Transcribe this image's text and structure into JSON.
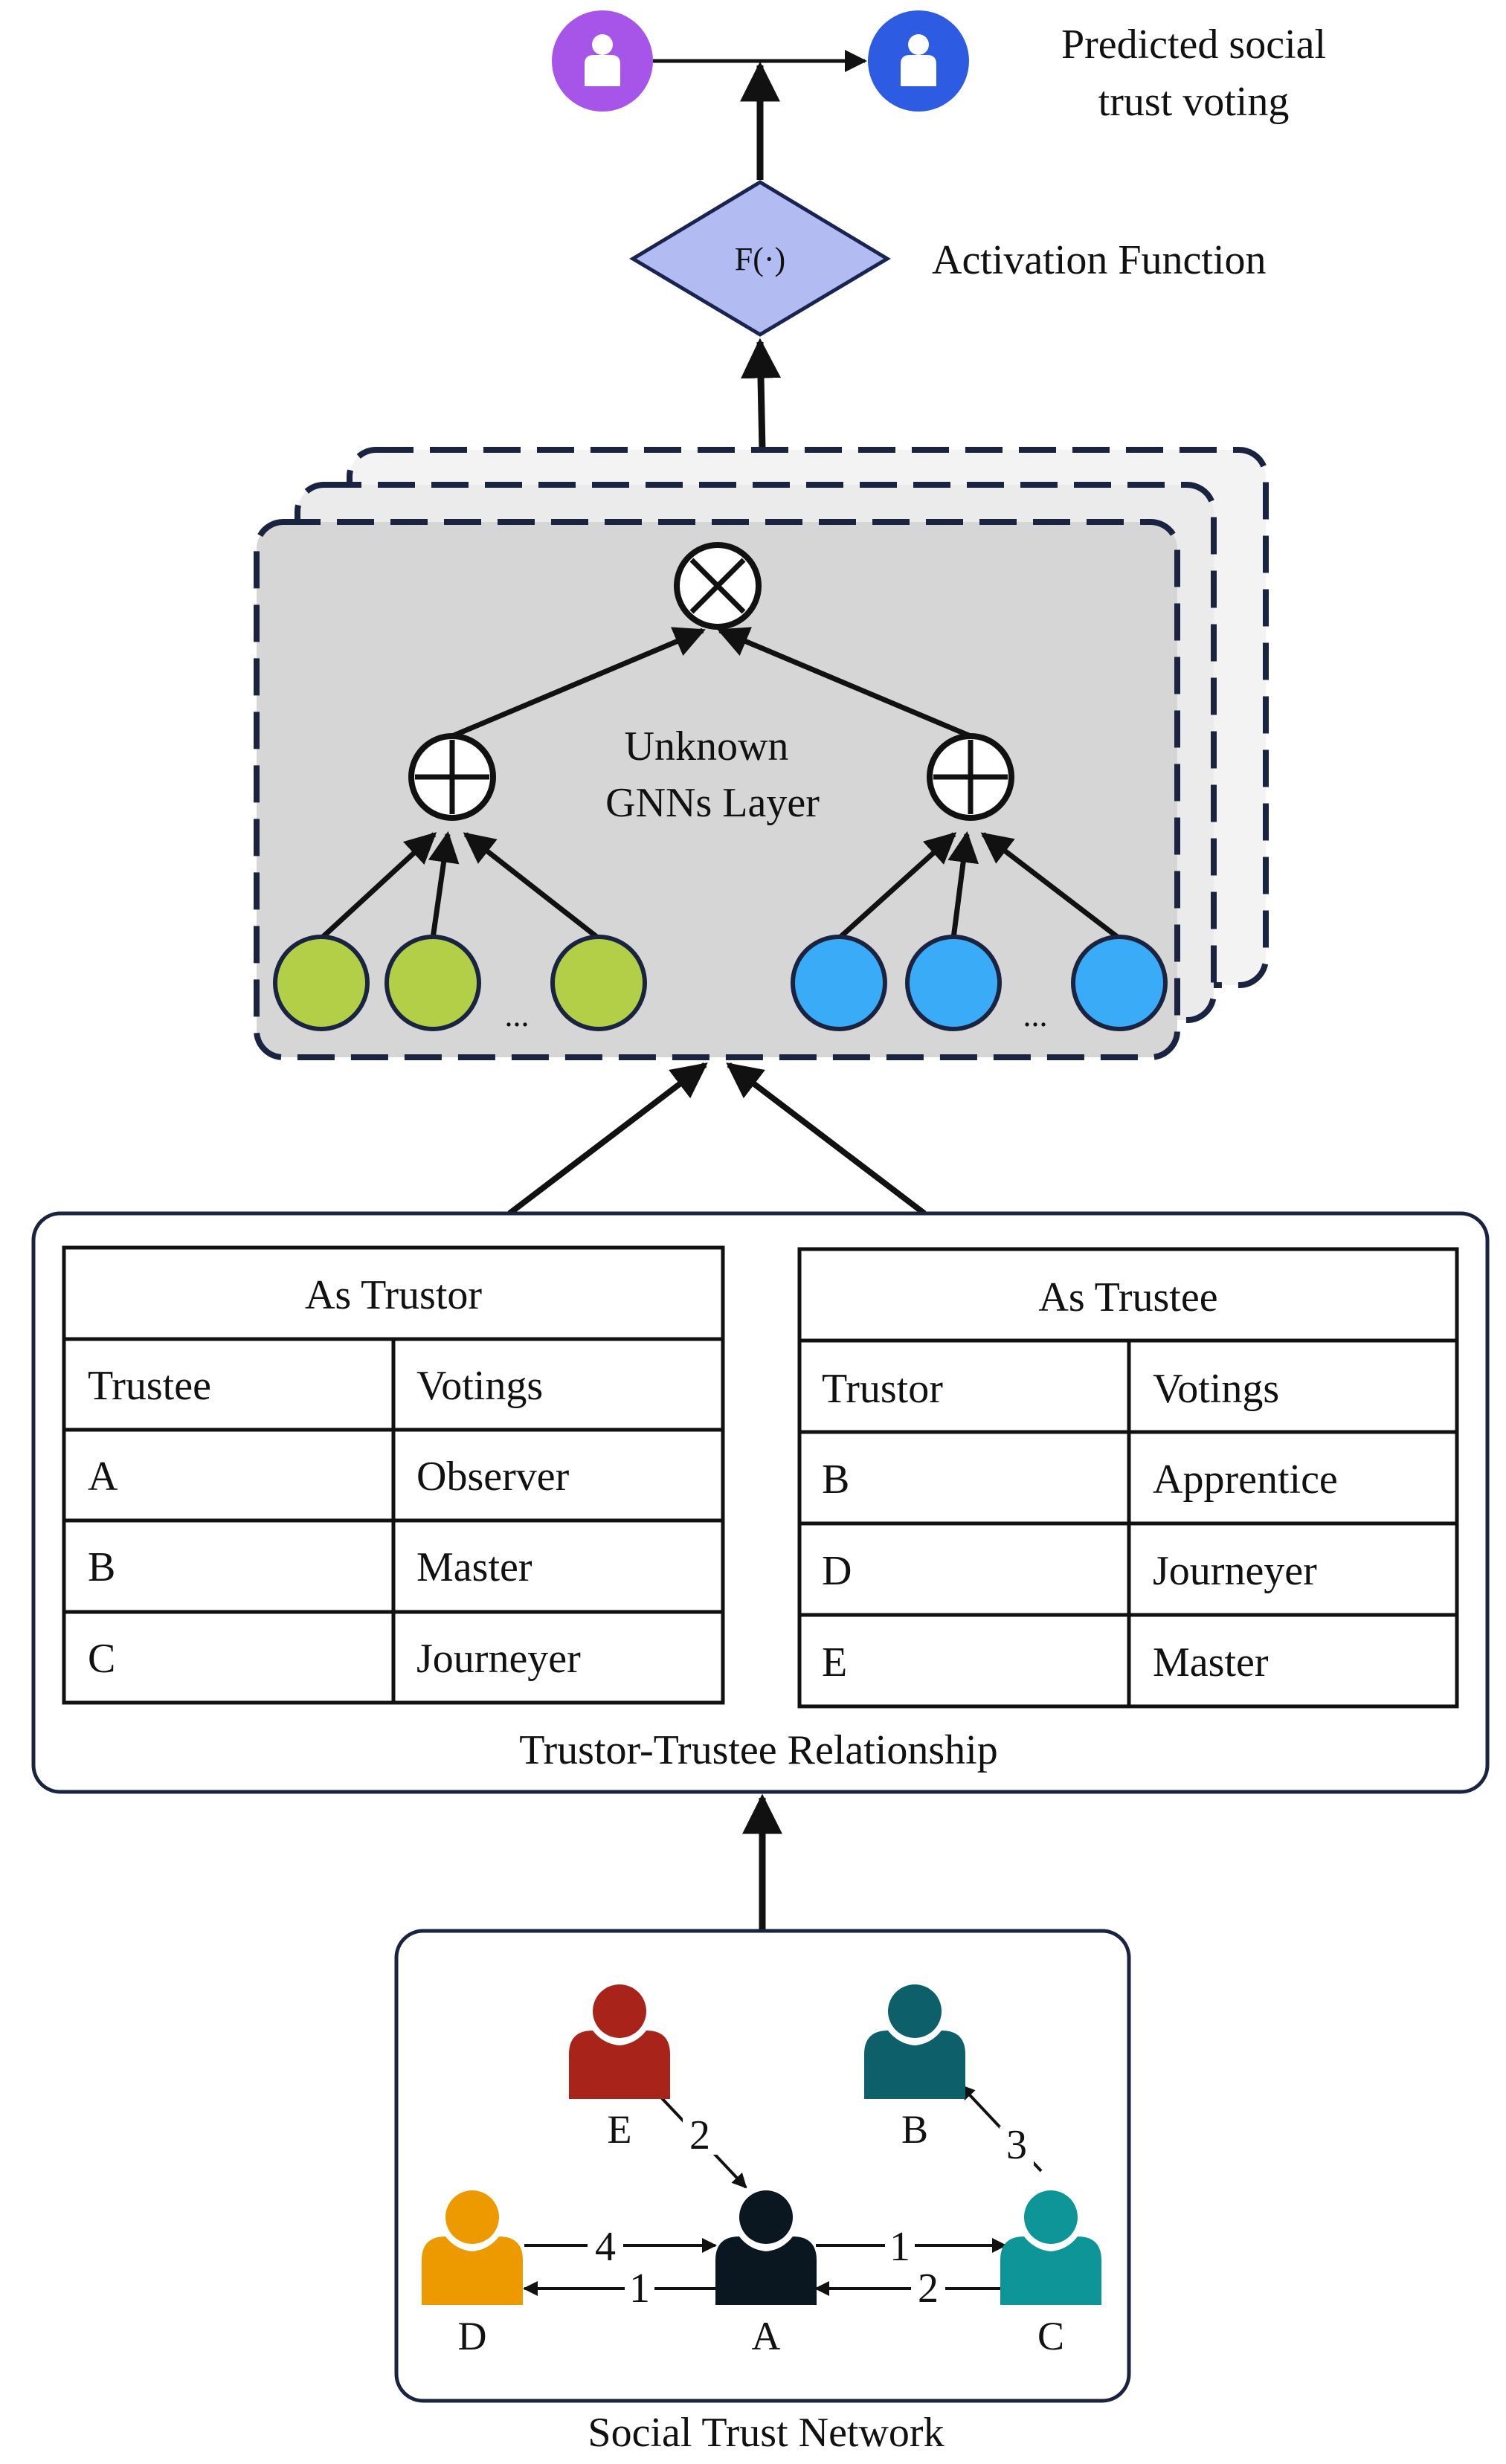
{
  "output": {
    "caption_line1": "Predicted social",
    "caption_line2": "trust voting",
    "activation_symbol": "F(·)",
    "activation_label": "Activation Function"
  },
  "gnn": {
    "label_line1": "Unknown",
    "label_line2": "GNNs Layer",
    "multiply_symbol": "⊗",
    "sum_symbol": "⊕",
    "ellipsis": "...",
    "colors": {
      "green": "#b3cf47",
      "blue": "#3aabf7",
      "panel": "#d6d6d6",
      "panel_back": "#ececec"
    }
  },
  "relationship": {
    "caption": "Trustor-Trustee Relationship",
    "trustor_table": {
      "title": "As Trustor",
      "headers": [
        "Trustee",
        "Votings"
      ],
      "rows": [
        [
          "A",
          "Observer"
        ],
        [
          "B",
          "Master"
        ],
        [
          "C",
          "Journeyer"
        ]
      ]
    },
    "trustee_table": {
      "title": "As Trustee",
      "headers": [
        "Trustor",
        "Votings"
      ],
      "rows": [
        [
          "B",
          "Apprentice"
        ],
        [
          "D",
          "Journeyer"
        ],
        [
          "E",
          "Master"
        ]
      ]
    }
  },
  "network": {
    "caption": "Social Trust Network",
    "nodes": {
      "E": {
        "label": "E",
        "color": "#a8231a"
      },
      "B": {
        "label": "B",
        "color": "#0d5f6a"
      },
      "D": {
        "label": "D",
        "color": "#ec9a00"
      },
      "A": {
        "label": "A",
        "color": "#0b1720"
      },
      "C": {
        "label": "C",
        "color": "#0e9597"
      }
    },
    "edges": {
      "E_A": "2",
      "C_B": "3",
      "D_A": "4",
      "A_D": "1",
      "A_C": "1",
      "C_A": "2"
    }
  }
}
